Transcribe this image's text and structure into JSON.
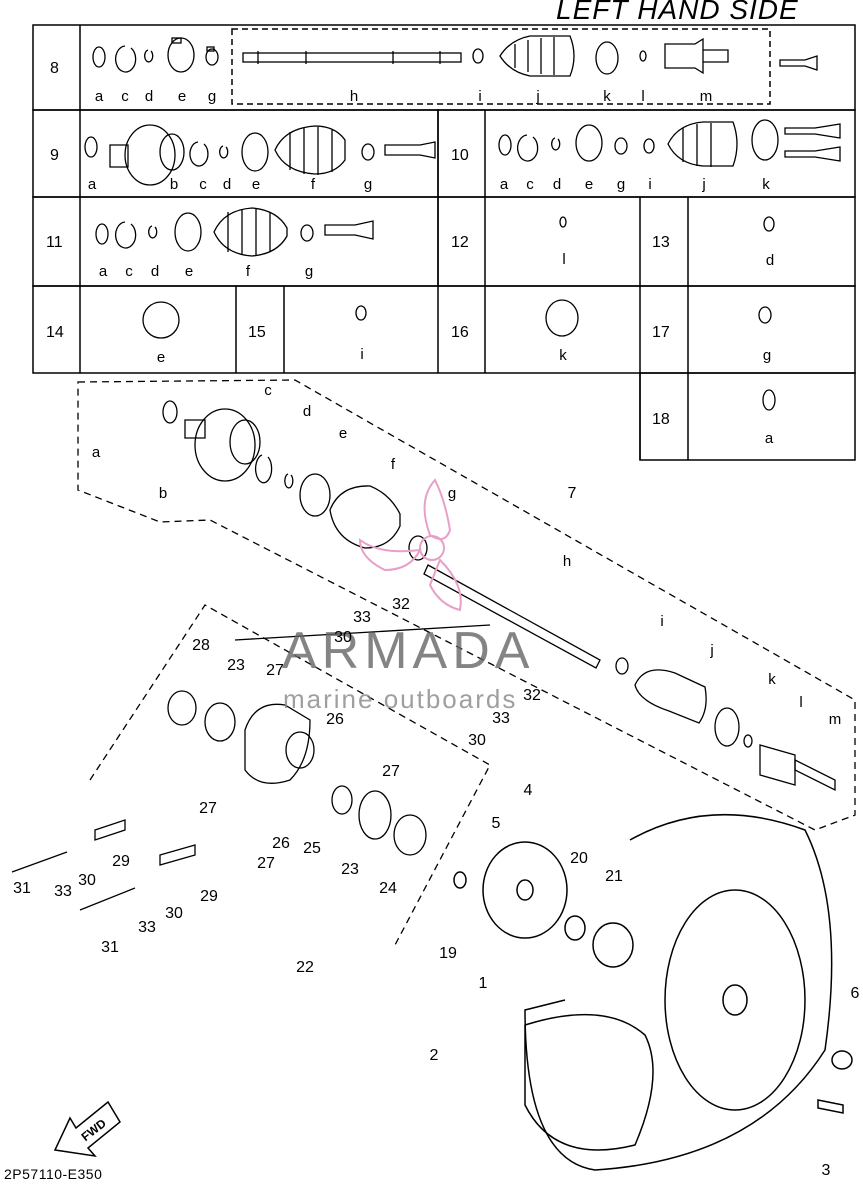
{
  "header": {
    "title": "LEFT HAND SIDE"
  },
  "footer": {
    "code": "2P57110-E350"
  },
  "watermark": {
    "name": "ARMADA",
    "sub": "marine outboards",
    "logo_color": "#e8a0c8"
  },
  "fwd_arrow": {
    "label": "FWD"
  },
  "table": {
    "rows": {
      "r8": {
        "num": "8",
        "labels": [
          "a",
          "c",
          "d",
          "e",
          "g",
          "h",
          "i",
          "j",
          "k",
          "l",
          "m"
        ]
      },
      "r9": {
        "num": "9",
        "labels": [
          "a",
          "b",
          "c",
          "d",
          "e",
          "f",
          "g"
        ]
      },
      "r10": {
        "num": "10",
        "labels": [
          "a",
          "c",
          "d",
          "e",
          "g",
          "i",
          "j",
          "k"
        ]
      },
      "r11": {
        "num": "11",
        "labels": [
          "a",
          "c",
          "d",
          "e",
          "f",
          "g"
        ]
      },
      "r12": {
        "num": "12",
        "labels": [
          "l"
        ]
      },
      "r13": {
        "num": "13",
        "labels": [
          "d"
        ]
      },
      "r14": {
        "num": "14",
        "labels": [
          "e"
        ]
      },
      "r15": {
        "num": "15",
        "labels": [
          "i"
        ]
      },
      "r16": {
        "num": "16",
        "labels": [
          "k"
        ]
      },
      "r17": {
        "num": "17",
        "labels": [
          "g"
        ]
      },
      "r18": {
        "num": "18",
        "labels": [
          "a"
        ]
      }
    }
  },
  "shaft_letters": [
    "a",
    "b",
    "c",
    "d",
    "e",
    "f",
    "g",
    "h",
    "i",
    "j",
    "k",
    "l",
    "m"
  ],
  "callouts": [
    "1",
    "2",
    "3",
    "4",
    "5",
    "6",
    "7",
    "19",
    "20",
    "21",
    "22",
    "23",
    "23",
    "24",
    "25",
    "26",
    "26",
    "27",
    "27",
    "27",
    "27",
    "28",
    "29",
    "29",
    "30",
    "30",
    "30",
    "30",
    "31",
    "31",
    "32",
    "32",
    "33",
    "33",
    "33",
    "33"
  ]
}
